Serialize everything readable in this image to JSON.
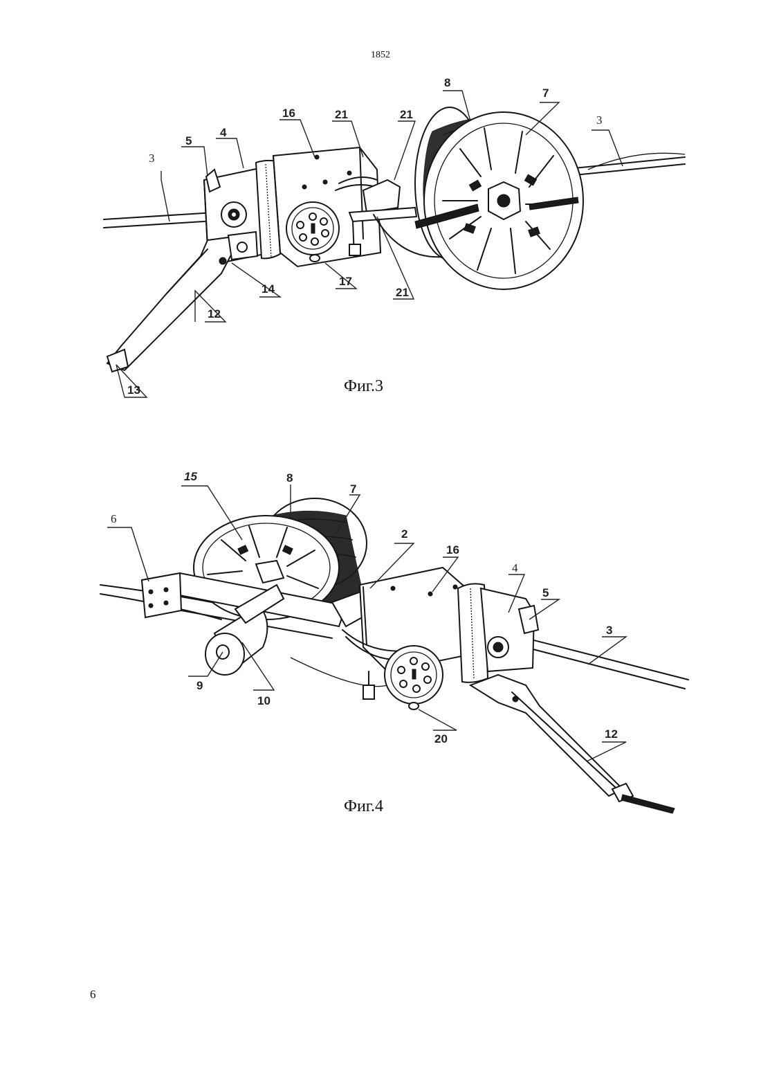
{
  "page": {
    "header_number": "1852",
    "page_number": "6"
  },
  "figures": [
    {
      "caption": "Фиг.3",
      "labels": [
        "3",
        "5",
        "4",
        "16",
        "21",
        "21",
        "8",
        "7",
        "3",
        "17",
        "21",
        "14",
        "12",
        "13"
      ]
    },
    {
      "caption": "Фиг.4",
      "labels": [
        "15",
        "8",
        "7",
        "6",
        "2",
        "16",
        "4",
        "5",
        "3",
        "9",
        "10",
        "20",
        "12"
      ]
    }
  ]
}
